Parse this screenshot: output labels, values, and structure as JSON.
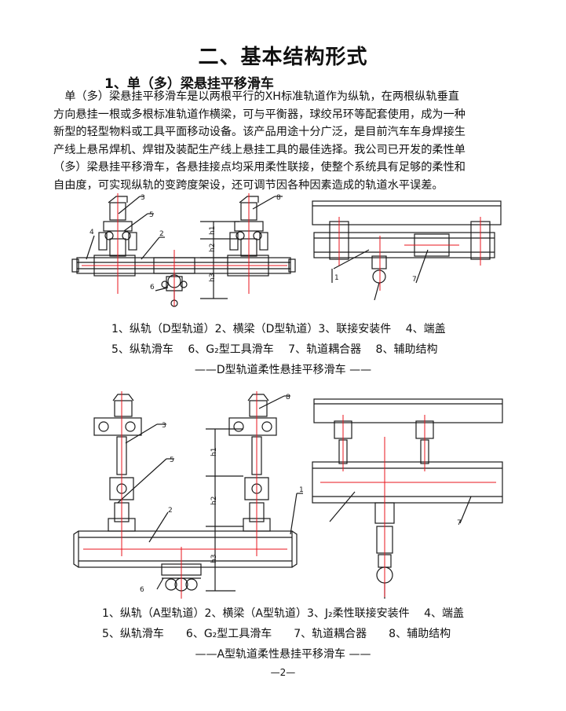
{
  "page": {
    "title": "二、基本结构形式",
    "subtitle": "1、单（多）梁悬挂平移滑车",
    "paragraph_lines": [
      "　单（多）梁悬挂平移滑车是以两根平行的XH标准轨道作为纵轨，在两根纵轨垂直",
      "方向悬挂一根或多根标准轨道作横梁，可与平衡器，球绞吊环等配套使用，成为一种",
      "新型的轻型物料或工具平面移动设备。该产品用途十分广泛，是目前汽车车身焊接生",
      "产线上悬吊焊机、焊钳及装配生产线上悬挂工具的最佳选择。我公司已开发的柔性单",
      "（多）梁悬挂平移滑车，各悬挂接点均采用柔性联接，使整个系统具有足够的柔性和",
      "自由度，可实现纵轨的变跨度架设，还可调节因各种因素造成的轨道水平误差。"
    ],
    "figure1": {
      "callouts": [
        "3",
        "5",
        "2",
        "4",
        "8",
        "1",
        "7",
        "6"
      ],
      "dims": [
        "h1",
        "h2",
        "h3"
      ],
      "legend_line1": "1、纵轨（D型轨道）2、横梁（D型轨道）3、联接安装件　 4、端盖",
      "legend_line2": "5、纵轨滑车　 6、G₂型工具滑车　 7、轨道耦合器　 8、辅助结构",
      "caption": "——D型轨道柔性悬挂平移滑车 ——"
    },
    "figure2": {
      "callouts": [
        "8",
        "3",
        "5",
        "2",
        "1",
        "6",
        "7"
      ],
      "dims": [
        "h1",
        "h2",
        "h3"
      ],
      "legend_line1": "1、纵轨（A型轨道）2、横梁（A型轨道）3、J₂柔性联接安装件　 4、端盖",
      "legend_line2": "5、纵轨滑车　　6、G₂型工具滑车　　7、轨道耦合器　　8、辅助结构",
      "caption": "——A型轨道柔性悬挂平移滑车 ——"
    },
    "page_number": "—2—"
  },
  "colors": {
    "line": "#1a1a1a",
    "centerline": "#e8141e",
    "dimension": "#1a1a1a"
  }
}
